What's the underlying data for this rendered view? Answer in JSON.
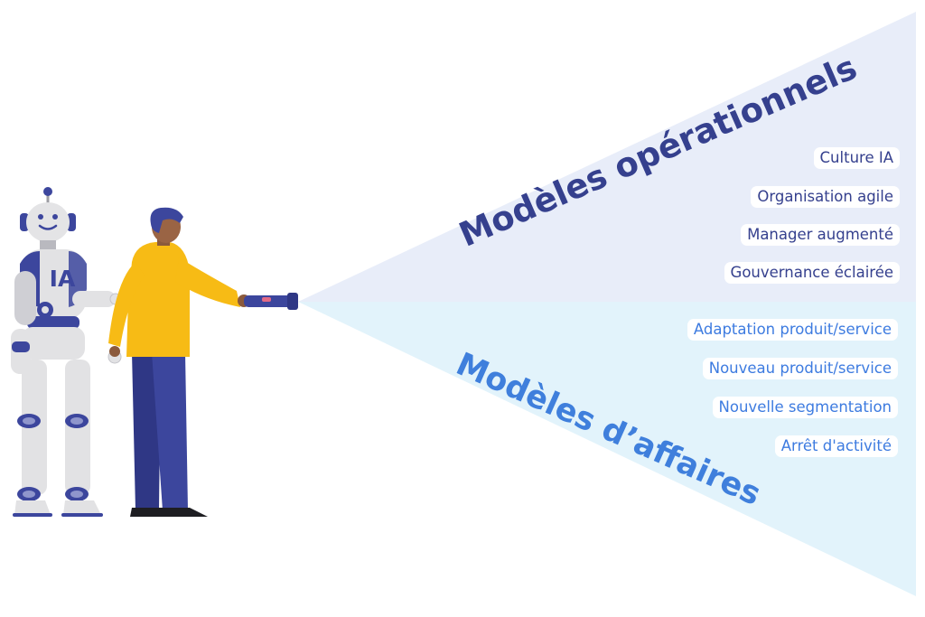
{
  "colors": {
    "ops_beam": "#e8edf9",
    "aff_beam": "#e2f3fb",
    "ops_text": "#35408e",
    "aff_text": "#3d7be0",
    "shirt": "#f7bb15",
    "trousers": "#3c469d",
    "robot_body": "#e2e2e4",
    "robot_accent": "#3c469d"
  },
  "operational": {
    "title": "Modèles opérationnels",
    "items": [
      "Culture IA",
      "Organisation agile",
      "Manager augmenté",
      "Gouvernance éclairée"
    ]
  },
  "business": {
    "title": "Modèles d’affaires",
    "items": [
      "Adaptation produit/service",
      "Nouveau produit/service",
      "Nouvelle segmentation",
      "Arrêt d'activité"
    ]
  },
  "robot": {
    "chest_label": "IA",
    "icon": "robot-icon"
  },
  "person": {
    "icon": "person-with-flashlight-icon"
  }
}
